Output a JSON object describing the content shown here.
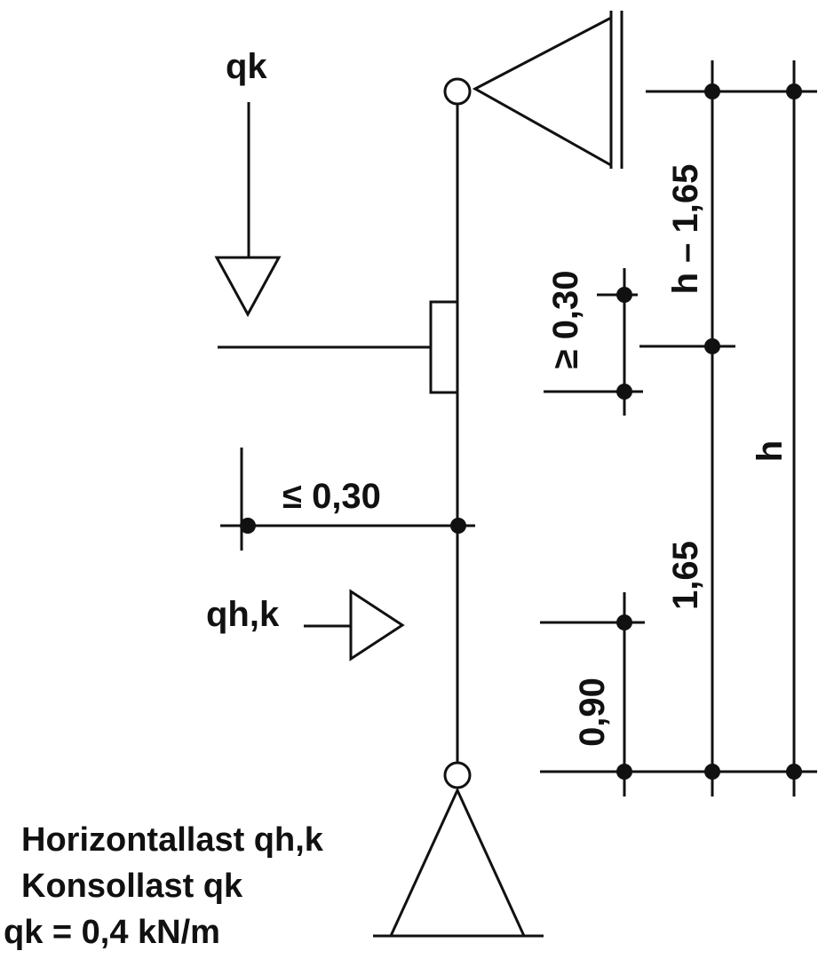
{
  "labels": {
    "top_load_symbol": "qk",
    "horizontal_load_symbol": "qh,k",
    "dim_gap_upper": "≥ 0,30",
    "dim_offset": "≤ 0,30",
    "dim_upper_segment": "h – 1,65",
    "dim_total": "h",
    "dim_lower_segment": "1,65",
    "dim_rail_height": "0,90"
  },
  "legend": {
    "line1": "Horizontallast qh,k",
    "line2": "Konsollast qk",
    "line3": "qk = 0,4 kN/m"
  }
}
